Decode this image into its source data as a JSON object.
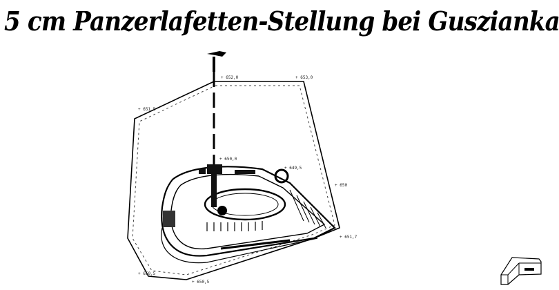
{
  "title": "5 cm Panzerlafetten-Stellung bei Guszianka.",
  "labels": {
    "top_mid": "+ 652,0",
    "top_right": "+ 653,0",
    "left_upper": "+ 651,5",
    "right_side": "+ 650",
    "bottom_left": "+ 650,5",
    "bottom_mid": "+ 650,5",
    "right_point": "+ 651,7",
    "center_a": "+ 650,0",
    "center_b": "+ 649,5"
  },
  "north_arrow": "north-arrow",
  "legend_icon": "casemate-symbol"
}
